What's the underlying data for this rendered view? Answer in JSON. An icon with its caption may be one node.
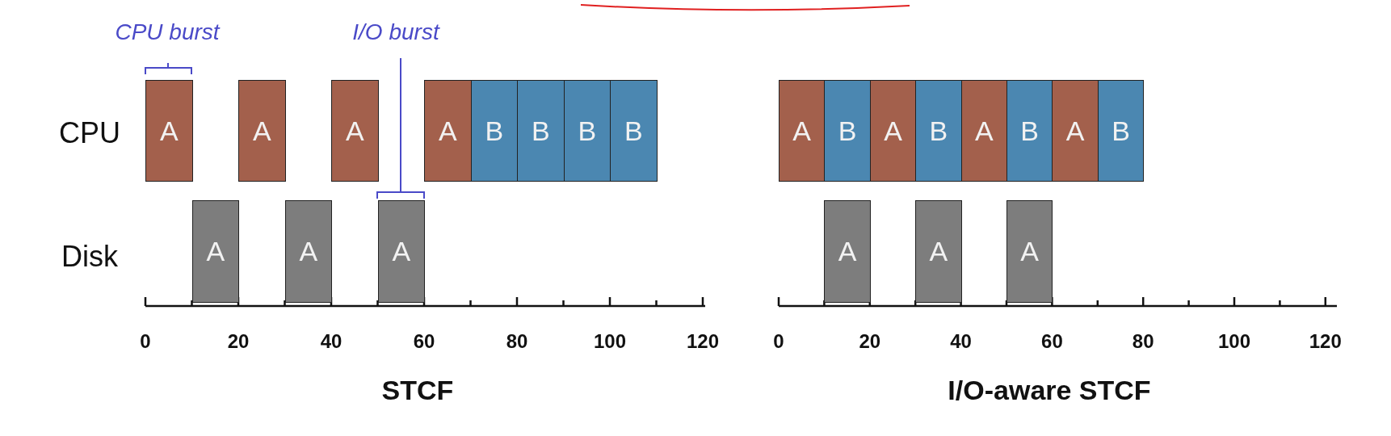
{
  "diagram": {
    "nodes": [
      {
        "text": [
          "A"
        ]
      },
      {
        "text": [
          "A"
        ]
      },
      {
        "text": [
          "A"
        ]
      },
      {
        "text": [
          "A"
        ]
      },
      {
        "text": [
          "B"
        ]
      },
      {
        "text": [
          "B"
        ]
      },
      {
        "text": [
          "B"
        ]
      },
      {
        "text": [
          "B"
        ]
      },
      {
        "text": [
          "A"
        ]
      },
      {
        "text": [
          "A"
        ]
      },
      {
        "text": [
          "A"
        ]
      },
      {
        "text": [
          "A"
        ]
      },
      {
        "text": [
          "B"
        ]
      },
      {
        "text": [
          "A"
        ]
      },
      {
        "text": [
          "B"
        ]
      },
      {
        "text": [
          "A"
        ]
      },
      {
        "text": [
          "B"
        ]
      },
      {
        "text": [
          "A"
        ]
      },
      {
        "text": [
          "B"
        ]
      },
      {
        "text": [
          "A"
        ]
      },
      {
        "text": [
          "A"
        ]
      },
      {
        "text": [
          "A"
        ]
      }
    ],
    "edges": [],
    "labels": [
      "CPU burst",
      "I/O burst",
      "CPU",
      "Disk",
      "0",
      "20",
      "40",
      "60",
      "80",
      "100",
      "120",
      "0",
      "20",
      "40",
      "60",
      "80",
      "100",
      "120",
      "STCF",
      "I/O-aware STCF"
    ]
  }
}
